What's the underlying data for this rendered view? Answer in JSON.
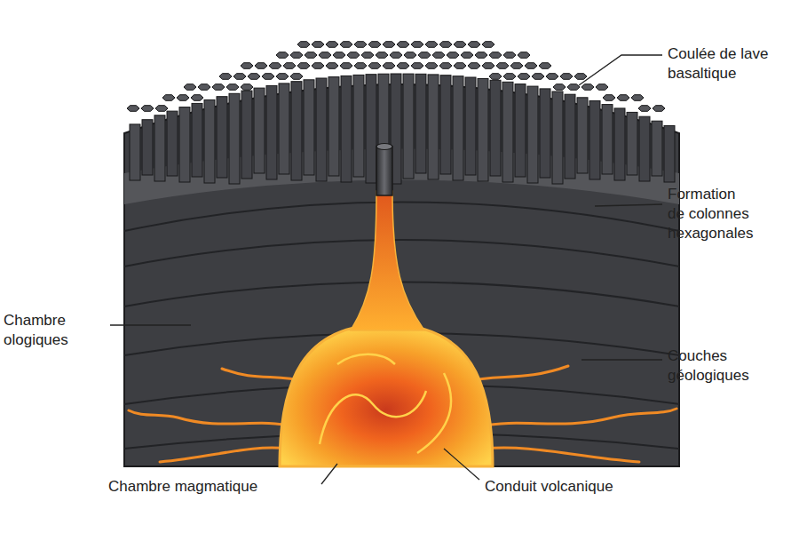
{
  "diagram": {
    "labels": [
      "Coulée de lave basaltique",
      "Formation de colonnes hexagonales",
      "Chambre ologiques",
      "Couches géologiques",
      "Chambre magmatique",
      "Conduit volcanique"
    ]
  }
}
